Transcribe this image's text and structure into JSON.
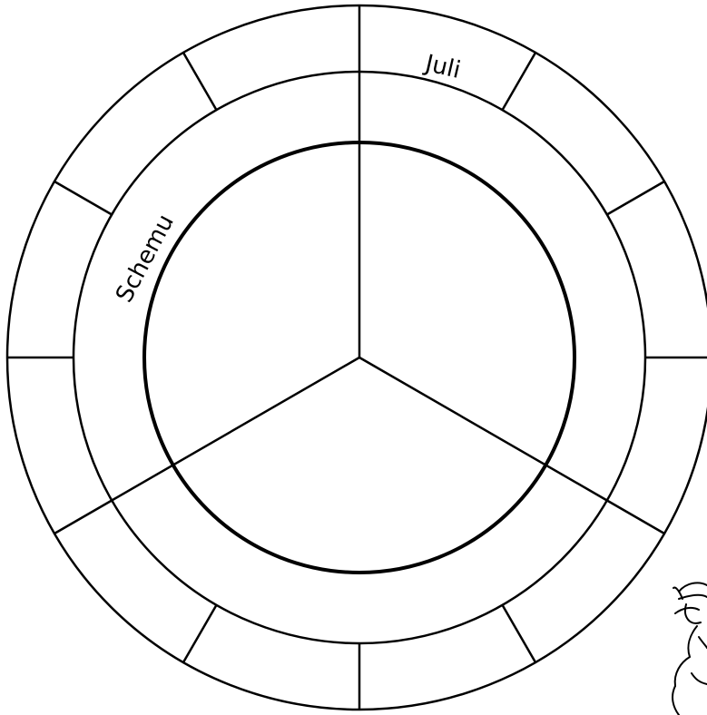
{
  "diagram": {
    "title": "",
    "outer_ring_segment_count": 12,
    "middle_ring_segment_count": 3,
    "inner_sector_count": 3,
    "labels": {
      "month": "Juli",
      "season": "Schemu"
    },
    "stroke_color": "#000000",
    "background_color": "#ffffff",
    "decoration": "corner-plant-doodle"
  }
}
